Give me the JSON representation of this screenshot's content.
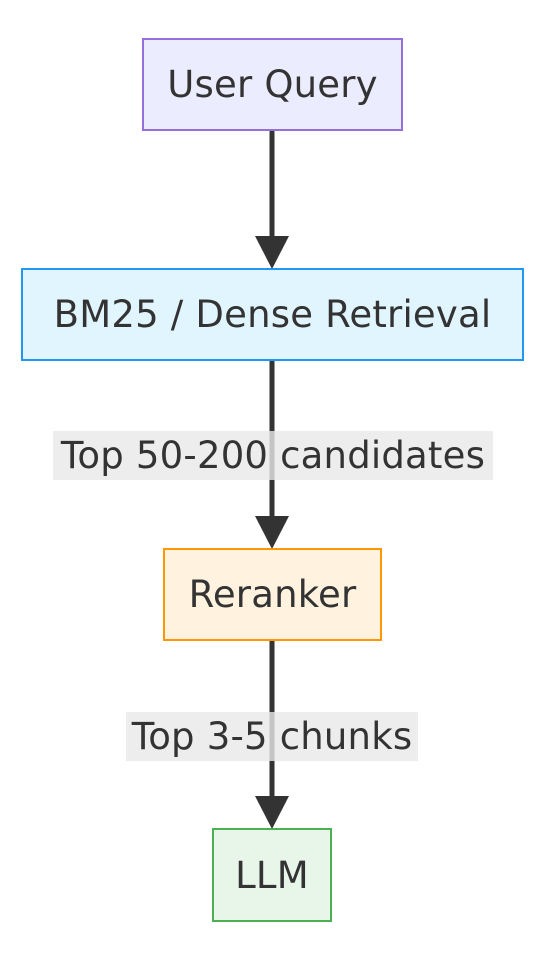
{
  "nodes": [
    {
      "id": "user-query",
      "label": "User Query",
      "fill": "#ECECFF",
      "stroke": "#9370DB"
    },
    {
      "id": "retrieval",
      "label": "BM25 / Dense Retrieval",
      "fill": "#E1F5FE",
      "stroke": "#2196F3"
    },
    {
      "id": "reranker",
      "label": "Reranker",
      "fill": "#FFF3E0",
      "stroke": "#FF9800"
    },
    {
      "id": "llm",
      "label": "LLM",
      "fill": "#E8F5E9",
      "stroke": "#4CAF50"
    }
  ],
  "edges": [
    {
      "from": "user-query",
      "to": "retrieval",
      "label": ""
    },
    {
      "from": "retrieval",
      "to": "reranker",
      "label": "Top 50-200 candidates"
    },
    {
      "from": "reranker",
      "to": "llm",
      "label": "Top 3-5 chunks"
    }
  ],
  "colors": {
    "edge": "#333333",
    "edge_label_bg": "#E8E8E8",
    "text": "#333333"
  }
}
